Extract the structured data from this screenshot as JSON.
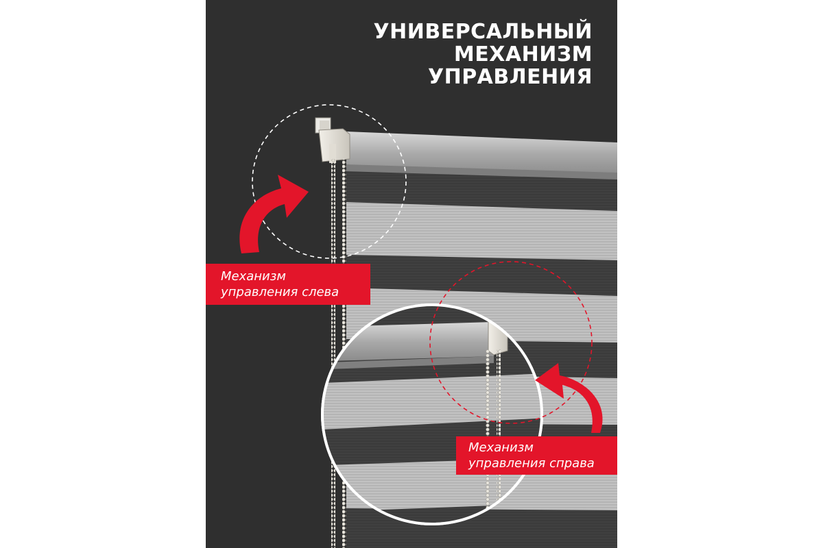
{
  "headline": {
    "line1": "УНИВЕРСАЛЬНЫЙ",
    "line2": "МЕХАНИЗМ",
    "line3": "УПРАВЛЕНИЯ"
  },
  "left_label": {
    "line1": "Механизм",
    "line2": "управления слева"
  },
  "right_label": {
    "line1": "Механизм",
    "line2": "управления справа"
  },
  "colors": {
    "background": "#2f2f2f",
    "accent_red": "#e3152a",
    "fabric_light": "#b9b9b9",
    "fabric_dark": "#3a3a3a"
  }
}
